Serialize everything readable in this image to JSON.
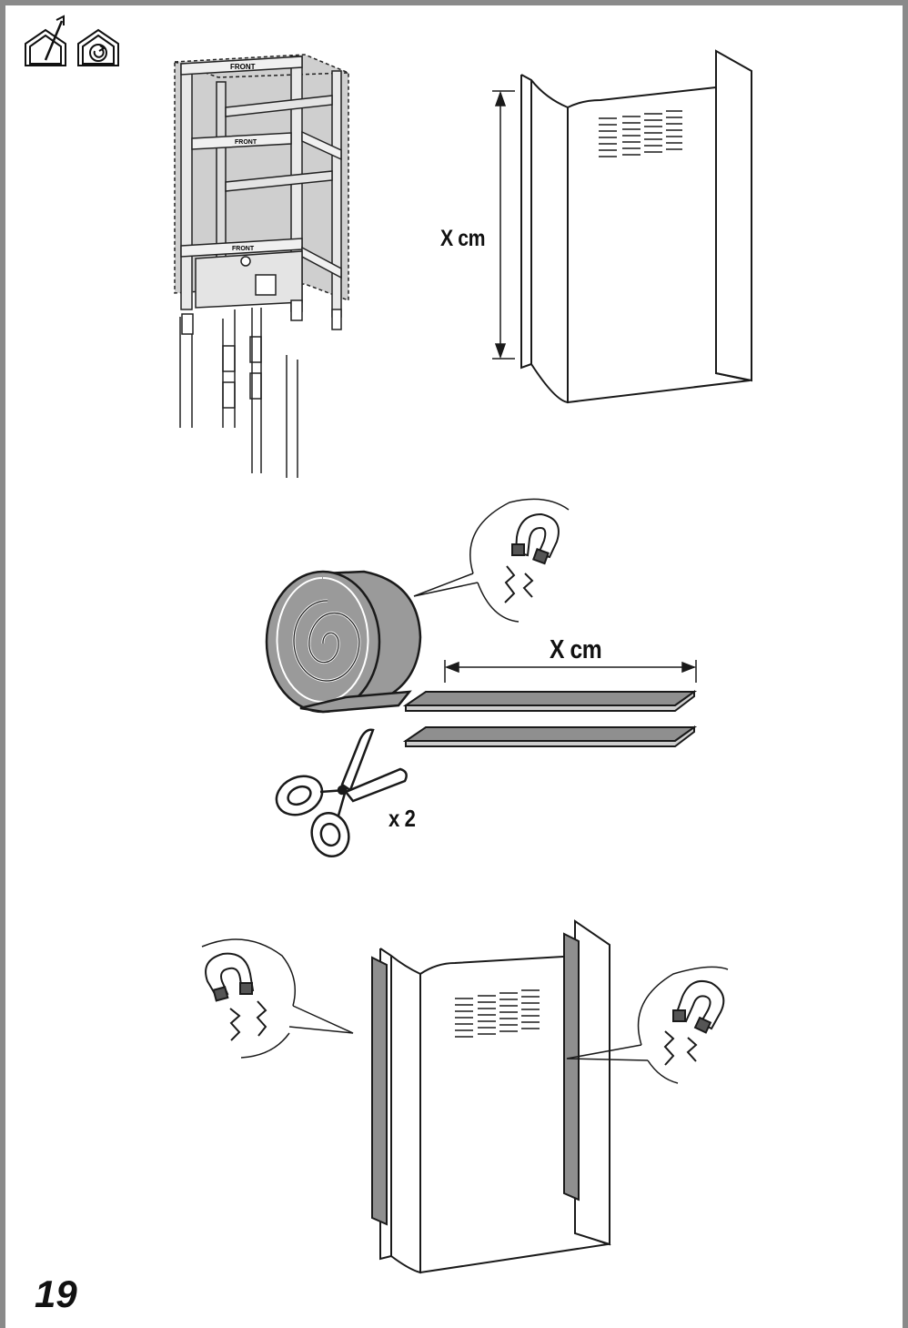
{
  "page": {
    "number": "19"
  },
  "frame_labels": {
    "front": "FRONT"
  },
  "panel_measure": {
    "label": "X cm"
  },
  "strip_measure": {
    "label": "X cm"
  },
  "cut_quantity": {
    "label": "x 2"
  },
  "colors": {
    "border": "#8a8a8a",
    "line": "#1a1a1a",
    "strip": "#8f8f8f",
    "frame_fill": "#cfcfcf"
  },
  "icons": [
    "house-install-icon",
    "house-recirculation-icon",
    "magnet-icon",
    "scissors-icon",
    "tape-roll-icon"
  ]
}
